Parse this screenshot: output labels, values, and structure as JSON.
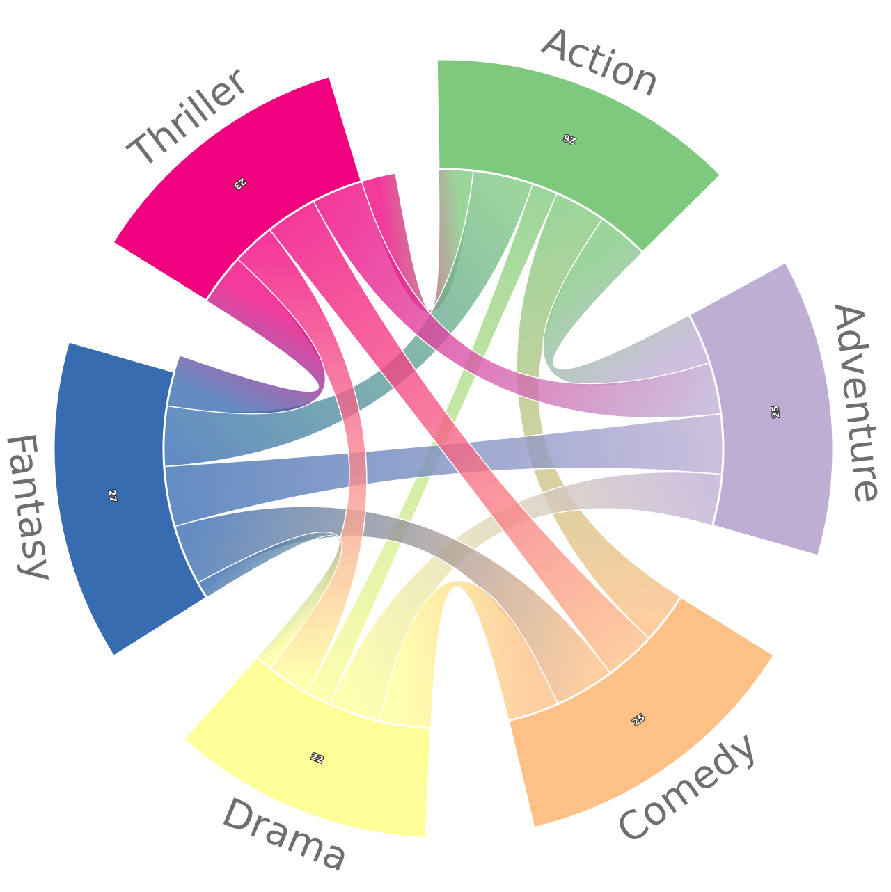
{
  "chart_data": {
    "type": "chord",
    "groups": [
      {
        "name": "Action",
        "total": 26,
        "color": "#7fc97f"
      },
      {
        "name": "Adventure",
        "total": 25,
        "color": "#beaed4"
      },
      {
        "name": "Comedy",
        "total": 25,
        "color": "#fdc086"
      },
      {
        "name": "Drama",
        "total": 22,
        "color": "#ffff99"
      },
      {
        "name": "Fantasy",
        "total": 27,
        "color": "#386cb0"
      },
      {
        "name": "Thriller",
        "total": 23,
        "color": "#f0027f"
      }
    ],
    "links": [
      {
        "source": "Action",
        "target": "Thriller",
        "value": 4
      },
      {
        "source": "Action",
        "target": "Fantasy",
        "value": 7
      },
      {
        "source": "Action",
        "target": "Drama",
        "value": 3
      },
      {
        "source": "Action",
        "target": "Comedy",
        "value": 6
      },
      {
        "source": "Action",
        "target": "Adventure",
        "value": 6
      },
      {
        "source": "Adventure",
        "target": "Thriller",
        "value": 6
      },
      {
        "source": "Adventure",
        "target": "Fantasy",
        "value": 7
      },
      {
        "source": "Adventure",
        "target": "Drama",
        "value": 6
      },
      {
        "source": "Comedy",
        "target": "Thriller",
        "value": 6
      },
      {
        "source": "Comedy",
        "target": "Fantasy",
        "value": 7
      },
      {
        "source": "Comedy",
        "target": "Drama",
        "value": 6
      },
      {
        "source": "Drama",
        "target": "Thriller",
        "value": 5
      },
      {
        "source": "Fantasy",
        "target": "Thriller",
        "value": 6
      },
      {
        "source": "Drama",
        "target": "Fantasy",
        "value": 2
      }
    ]
  }
}
